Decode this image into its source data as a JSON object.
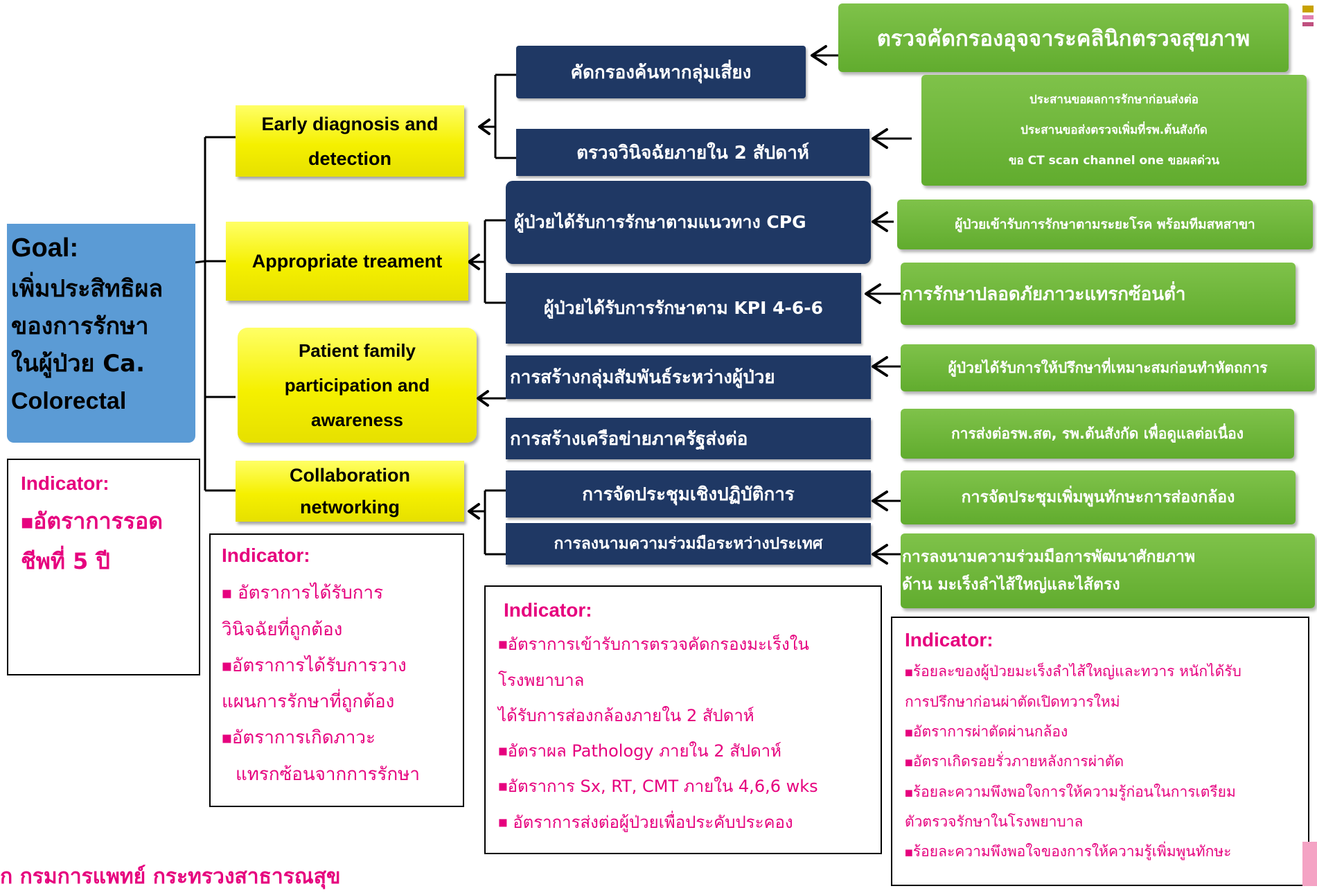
{
  "goal": {
    "heading": "Goal:",
    "lines": [
      "เพิ่มประสิทธิผล",
      " ของการรักษา",
      "ในผู้ป่วย Ca.",
      "Colorectal"
    ]
  },
  "goal_indicator": {
    "heading": "Indicator:",
    "items": [
      "อัตราการรอด",
      "ชีพที่ 5 ปี"
    ]
  },
  "strategies": [
    {
      "label": "Early diagnosis and detection"
    },
    {
      "label": "Appropriate treament"
    },
    {
      "label": "Patient family participation and awareness"
    },
    {
      "label": "Collaboration networking"
    }
  ],
  "actions": [
    "คัดกรองค้นหากลุ่มเสี่ยง",
    "ตรวจวินิจฉัยภายใน 2 สัปดาห์",
    "ผู้ป่วยได้รับการรักษาตามแนวทาง CPG",
    "ผู้ป่วยได้รับการรักษาตาม KPI 4-6-6",
    "การสร้างกลุ่มสัมพันธ์ระหว่างผู้ป่วย",
    "การสร้างเครือข่ายภาครัฐส่งต่อ",
    "การจัดประชุมเชิงปฏิบัติการ",
    "การลงนามความร่วมมือระหว่างประเทศ"
  ],
  "details": {
    "screening_clinic": "ตรวจคัดกรองอุจจาระคลินิกตรวจสุขภาพ",
    "coordination": [
      "ประสานขอผลการรักษาก่อนส่งต่อ",
      "ประสานขอส่งตรวจเพิ่มที่รพ.ต้นสังกัด",
      "ขอ CT scan channel one ขอผลด่วน"
    ],
    "multidisciplinary": "ผู้ป่วยเข้ารับการรักษาตามระยะโรค พร้อมทีมสหสาขา",
    "safe_treatment": "การรักษาปลอดภัยภาวะแทรกซ้อนต่ำ",
    "counseling": "ผู้ป่วยได้รับการให้ปรึกษาที่เหมาะสมก่อนทำหัตถการ",
    "referral": "การส่งต่อรพ.สต, รพ.ต้นสังกัด เพื่อดูแลต่อเนื่อง",
    "endoscopy_training": "การจัดประชุมเพิ่มพูนทักษะการส่องกล้อง",
    "mou": [
      "การลงนามความร่วมมือการพัฒนาศักยภาพ",
      "ด้าน มะเร็งลำไส้ใหญ่และไส้ตรง"
    ]
  },
  "indicators_1": {
    "heading": "Indicator:",
    "lines": [
      "อัตราการได้รับการ",
      "วินิจฉัยที่ถูกต้อง",
      "อัตราการได้รับการวาง",
      "แผนการรักษาที่ถูกต้อง",
      "อัตราการเกิดภาวะ",
      "แทรกซ้อนจากการรักษา"
    ]
  },
  "indicators_2": {
    "heading": "Indicator:",
    "lines": [
      "อัตราการเข้ารับการตรวจคัดกรองมะเร็งใน",
      "โรงพยาบาล",
      "ได้รับการส่องกล้องภายใน 2 สัปดาห์",
      "อัตราผล Pathology ภายใน 2 สัปดาห์",
      "อัตราการ Sx, RT, CMT ภายใน 4,6,6 wks",
      " อัตราการส่งต่อผู้ป่วยเพื่อประคับประคอง"
    ]
  },
  "indicators_3": {
    "heading": "Indicator:",
    "lines": [
      "ร้อยละของผู้ป่วยมะเร็งลำไส้ใหญ่และทวาร หนักได้รับ",
      "การปรึกษาก่อนผ่าตัดเปิดทวารใหม่",
      "อัตราการผ่าตัดผ่านกล้อง",
      "อัตราเกิดรอยรั่วภายหลังการผ่าตัด",
      "ร้อยละความพึงพอใจการให้ความรู้ก่อนในการเตรียม",
      "ตัวตรวจรักษาในโรงพยาบาล",
      "ร้อยละความพึงพอใจของการให้ความรู้เพิ่มพูนทักษะ"
    ]
  },
  "footer": "ก กรมการแพทย์ กระทรวงสาธารณสุข",
  "colors": {
    "goal": "#5b9bd5",
    "strategy": "#ffff00",
    "action": "#1f3864",
    "detail": "#70b83b",
    "indicator_text": "#e6007e"
  }
}
